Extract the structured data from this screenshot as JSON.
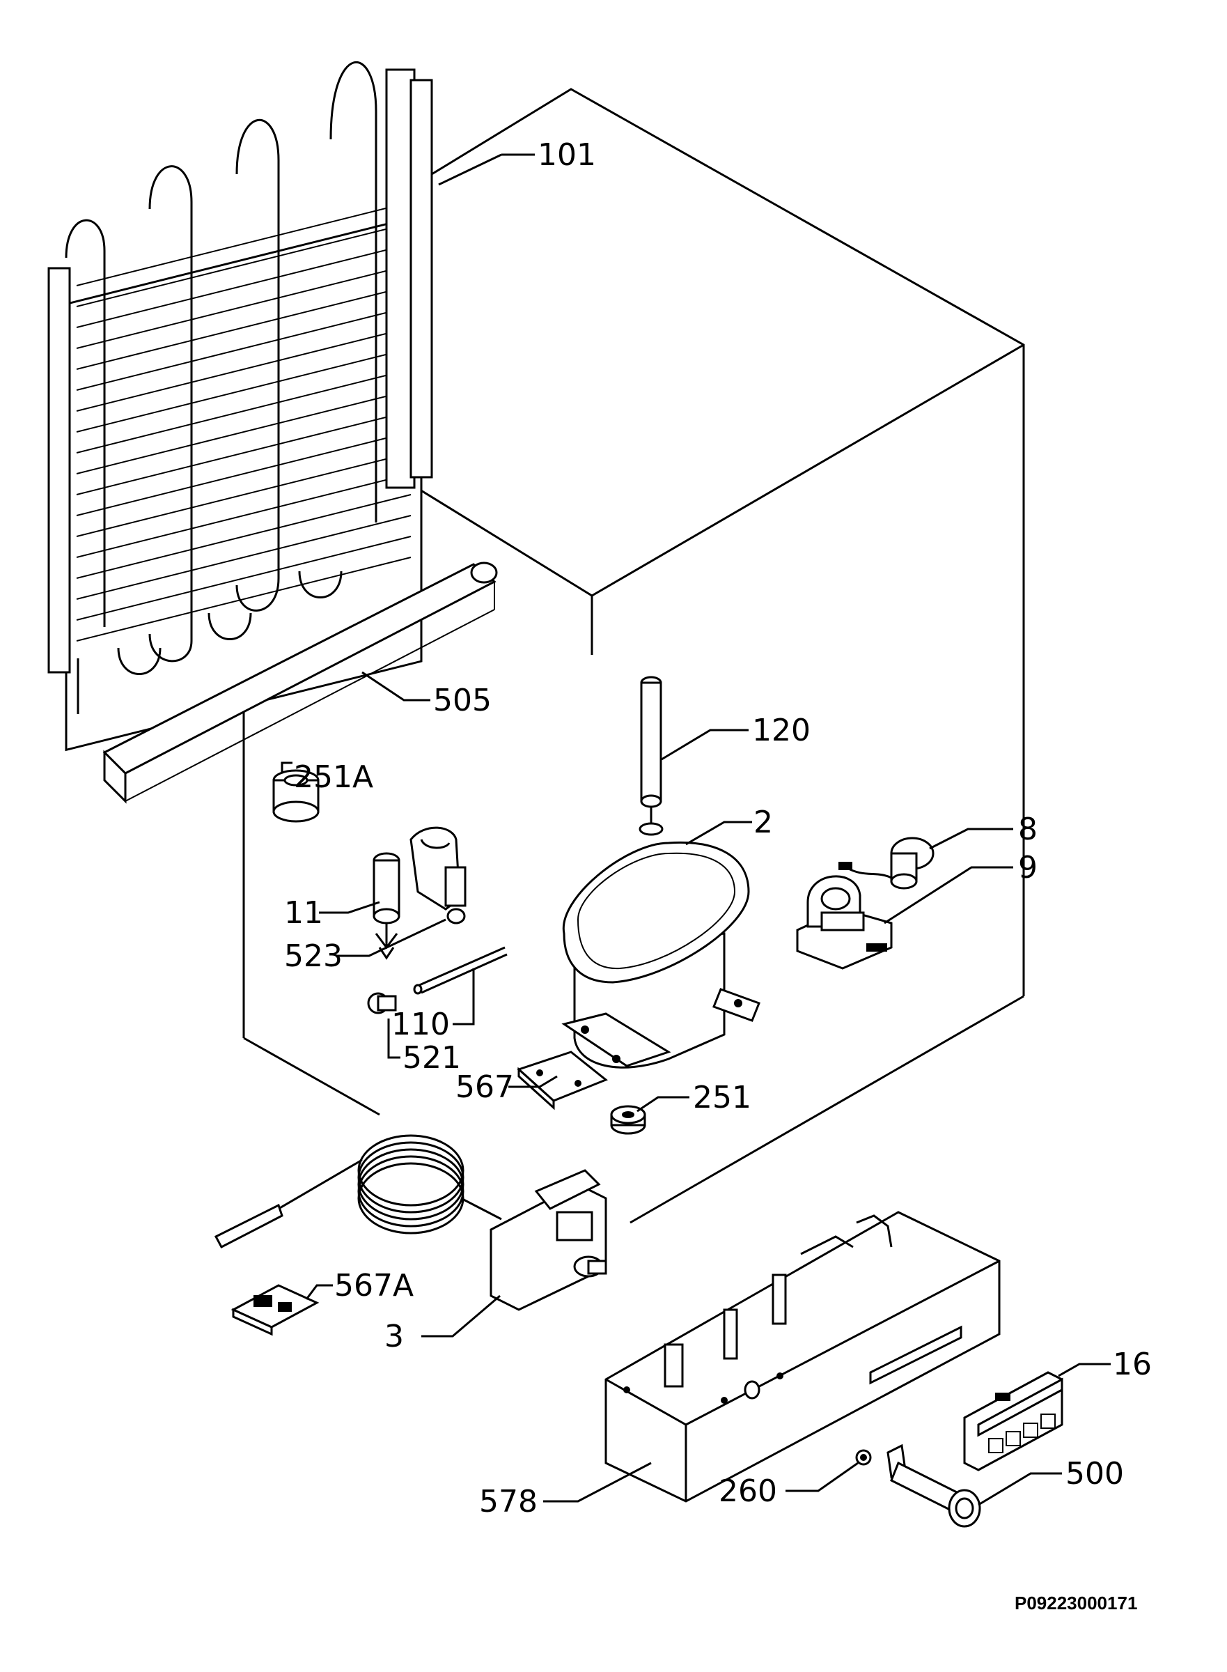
{
  "labels": {
    "p101": "101",
    "p505": "505",
    "p120": "120",
    "p251A": "251A",
    "p8": "8",
    "p2": "2",
    "p9": "9",
    "p11": "11",
    "p523": "523",
    "p110": "110",
    "p521": "521",
    "p567": "567",
    "p251": "251",
    "p567A": "567A",
    "p3": "3",
    "p16": "16",
    "p578": "578",
    "p260": "260",
    "p500": "500"
  },
  "document_code": "P09223000171"
}
